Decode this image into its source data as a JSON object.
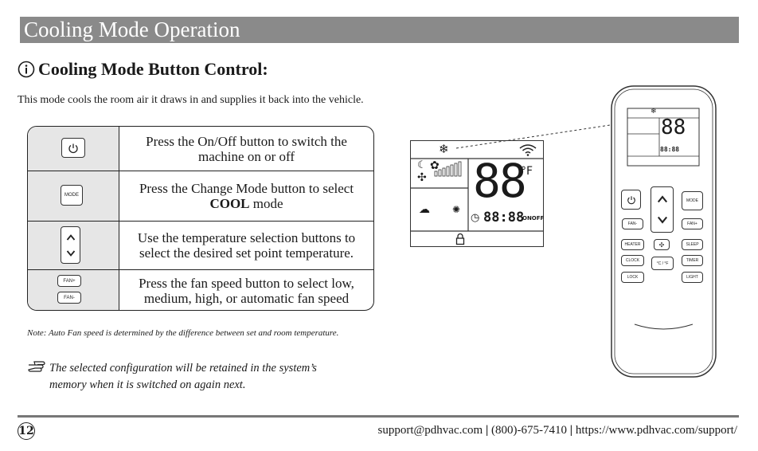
{
  "section": {
    "title": "Cooling Mode Operation"
  },
  "heading": {
    "title": "Cooling Mode Button Control:",
    "icon": "info-icon"
  },
  "intro": "This mode cools the room air it draws in and supplies it back into the vehicle.",
  "table": {
    "rows": [
      {
        "text": "Press the On/Off button to switch the machine on or off",
        "buttons": []
      },
      {
        "text_before": "Press the Change Mode button to select ",
        "bold": "COOL",
        "text_after": " mode",
        "buttons": [
          "MODE"
        ]
      },
      {
        "text": "Use the temperature selection buttons to select the desired set point temperature.",
        "buttons": []
      },
      {
        "text": "Press the fan speed button to select low, medium, high, or automatic fan speed",
        "buttons": [
          "FAN+",
          "FAN-"
        ]
      }
    ]
  },
  "note": "Note: Auto Fan speed is determined by the difference between set and room temperature.",
  "tip": {
    "line1": "The selected configuration will be retained in the system’s",
    "line2": "memory when it is switched on again next."
  },
  "footer": {
    "page_number": "12",
    "email": "support@pdhvac.com",
    "separator": "|",
    "phone": "(800)-675-7410",
    "url": "https://www.pdhvac.com/support/"
  },
  "display": {
    "digits": "88",
    "clock": "88:88",
    "onoff": "ONOFF",
    "unit": "°F"
  },
  "remote": {
    "buttons": {
      "mode": "MODE",
      "fan_minus": "FAN-",
      "fan_plus": "FAN+",
      "heater": "HEATER",
      "sleep": "SLEEP",
      "clock": "CLOCK",
      "timer": "TIMER",
      "lock": "LOCK",
      "light": "LIGHT",
      "cf": "°C / °F"
    }
  }
}
